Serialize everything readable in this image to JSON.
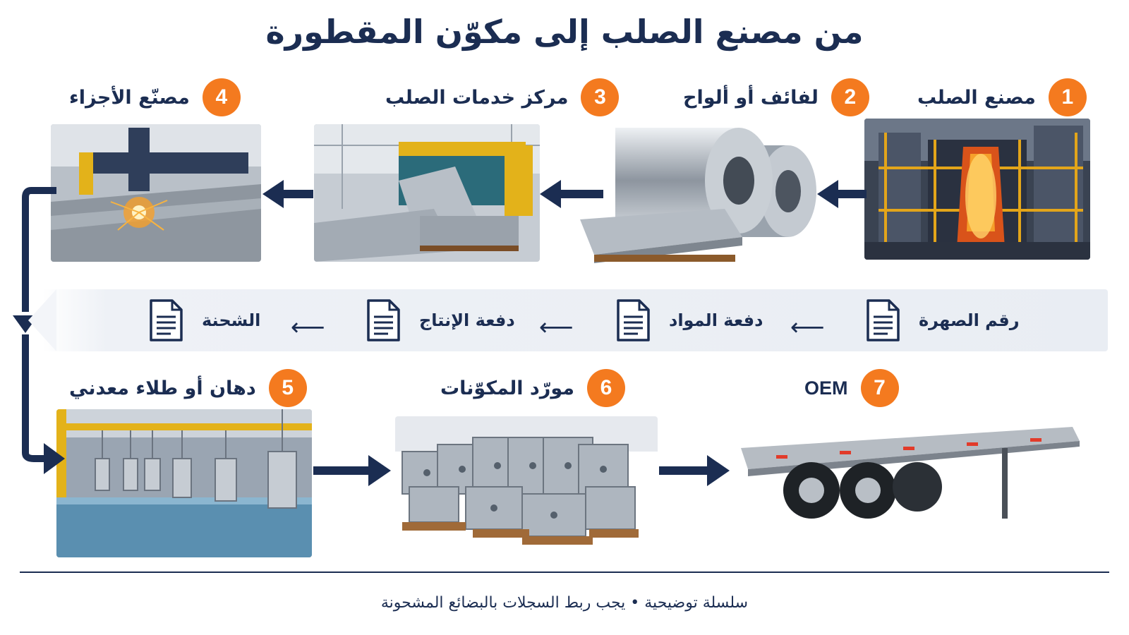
{
  "title": "من مصنع الصلب إلى مكوّن المقطورة",
  "steps": [
    {
      "number": "1",
      "label": "مصنع الصلب"
    },
    {
      "number": "2",
      "label": "لفائف أو ألواح"
    },
    {
      "number": "3",
      "label": "مركز خدمات الصلب"
    },
    {
      "number": "4",
      "label": "مصنّع الأجزاء"
    },
    {
      "number": "5",
      "label": "دهان أو طلاء معدني"
    },
    {
      "number": "6",
      "label": "مورّد المكوّنات"
    },
    {
      "number": "7",
      "label": "OEM"
    }
  ],
  "records": [
    {
      "label": "رقم الصهرة",
      "icon": "document-icon"
    },
    {
      "label": "دفعة المواد",
      "icon": "document-icon"
    },
    {
      "label": "دفعة الإنتاج",
      "icon": "document-icon"
    },
    {
      "label": "الشحنة",
      "icon": "document-icon"
    }
  ],
  "footer": "سلسلة توضيحية • يجب ربط السجلات بالبضائع المشحونة",
  "colors": {
    "navy": "#1b2d52",
    "orange": "#f47a1f",
    "band": "#e9edf3"
  }
}
